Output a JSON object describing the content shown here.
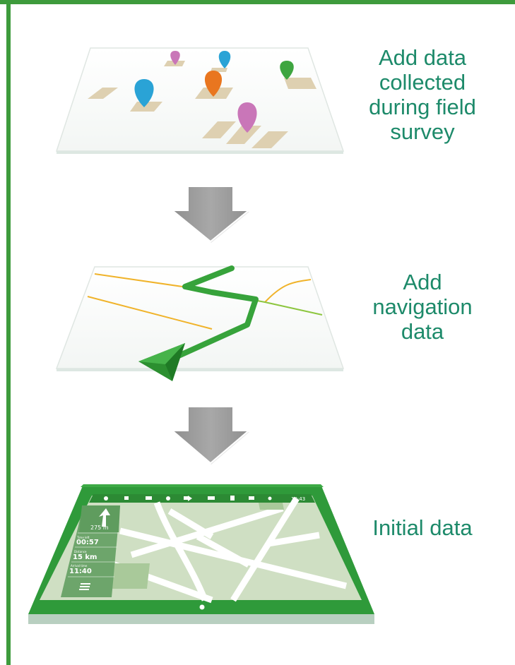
{
  "steps": [
    {
      "label_lines": [
        "Add data",
        "collected",
        "during field",
        "survey"
      ]
    },
    {
      "label_lines": [
        "Add",
        "navigation",
        "data"
      ]
    },
    {
      "label_lines": [
        "Initial data"
      ]
    }
  ],
  "tablet": {
    "status_time": "10:43",
    "panel": {
      "distance": "275 m",
      "time_label": "Time left",
      "time_value": "00:57",
      "dist_label": "Distance",
      "dist_value": "15 km",
      "arrival_label": "Arrival time",
      "arrival_value": "11:40"
    }
  },
  "colors": {
    "border": "#3e9b3c",
    "label_text": "#1d8a6a",
    "arrow": "#9e9e9e",
    "route": "#36a23a",
    "road_yellow": "#f0b32a",
    "map_green": "#cfdfc3",
    "tablet_green": "#2f9a3a"
  },
  "icons": [
    "map-pin-icon",
    "down-arrow-icon",
    "navigation-arrow-icon",
    "menu-icon",
    "turn-arrow-icon"
  ]
}
